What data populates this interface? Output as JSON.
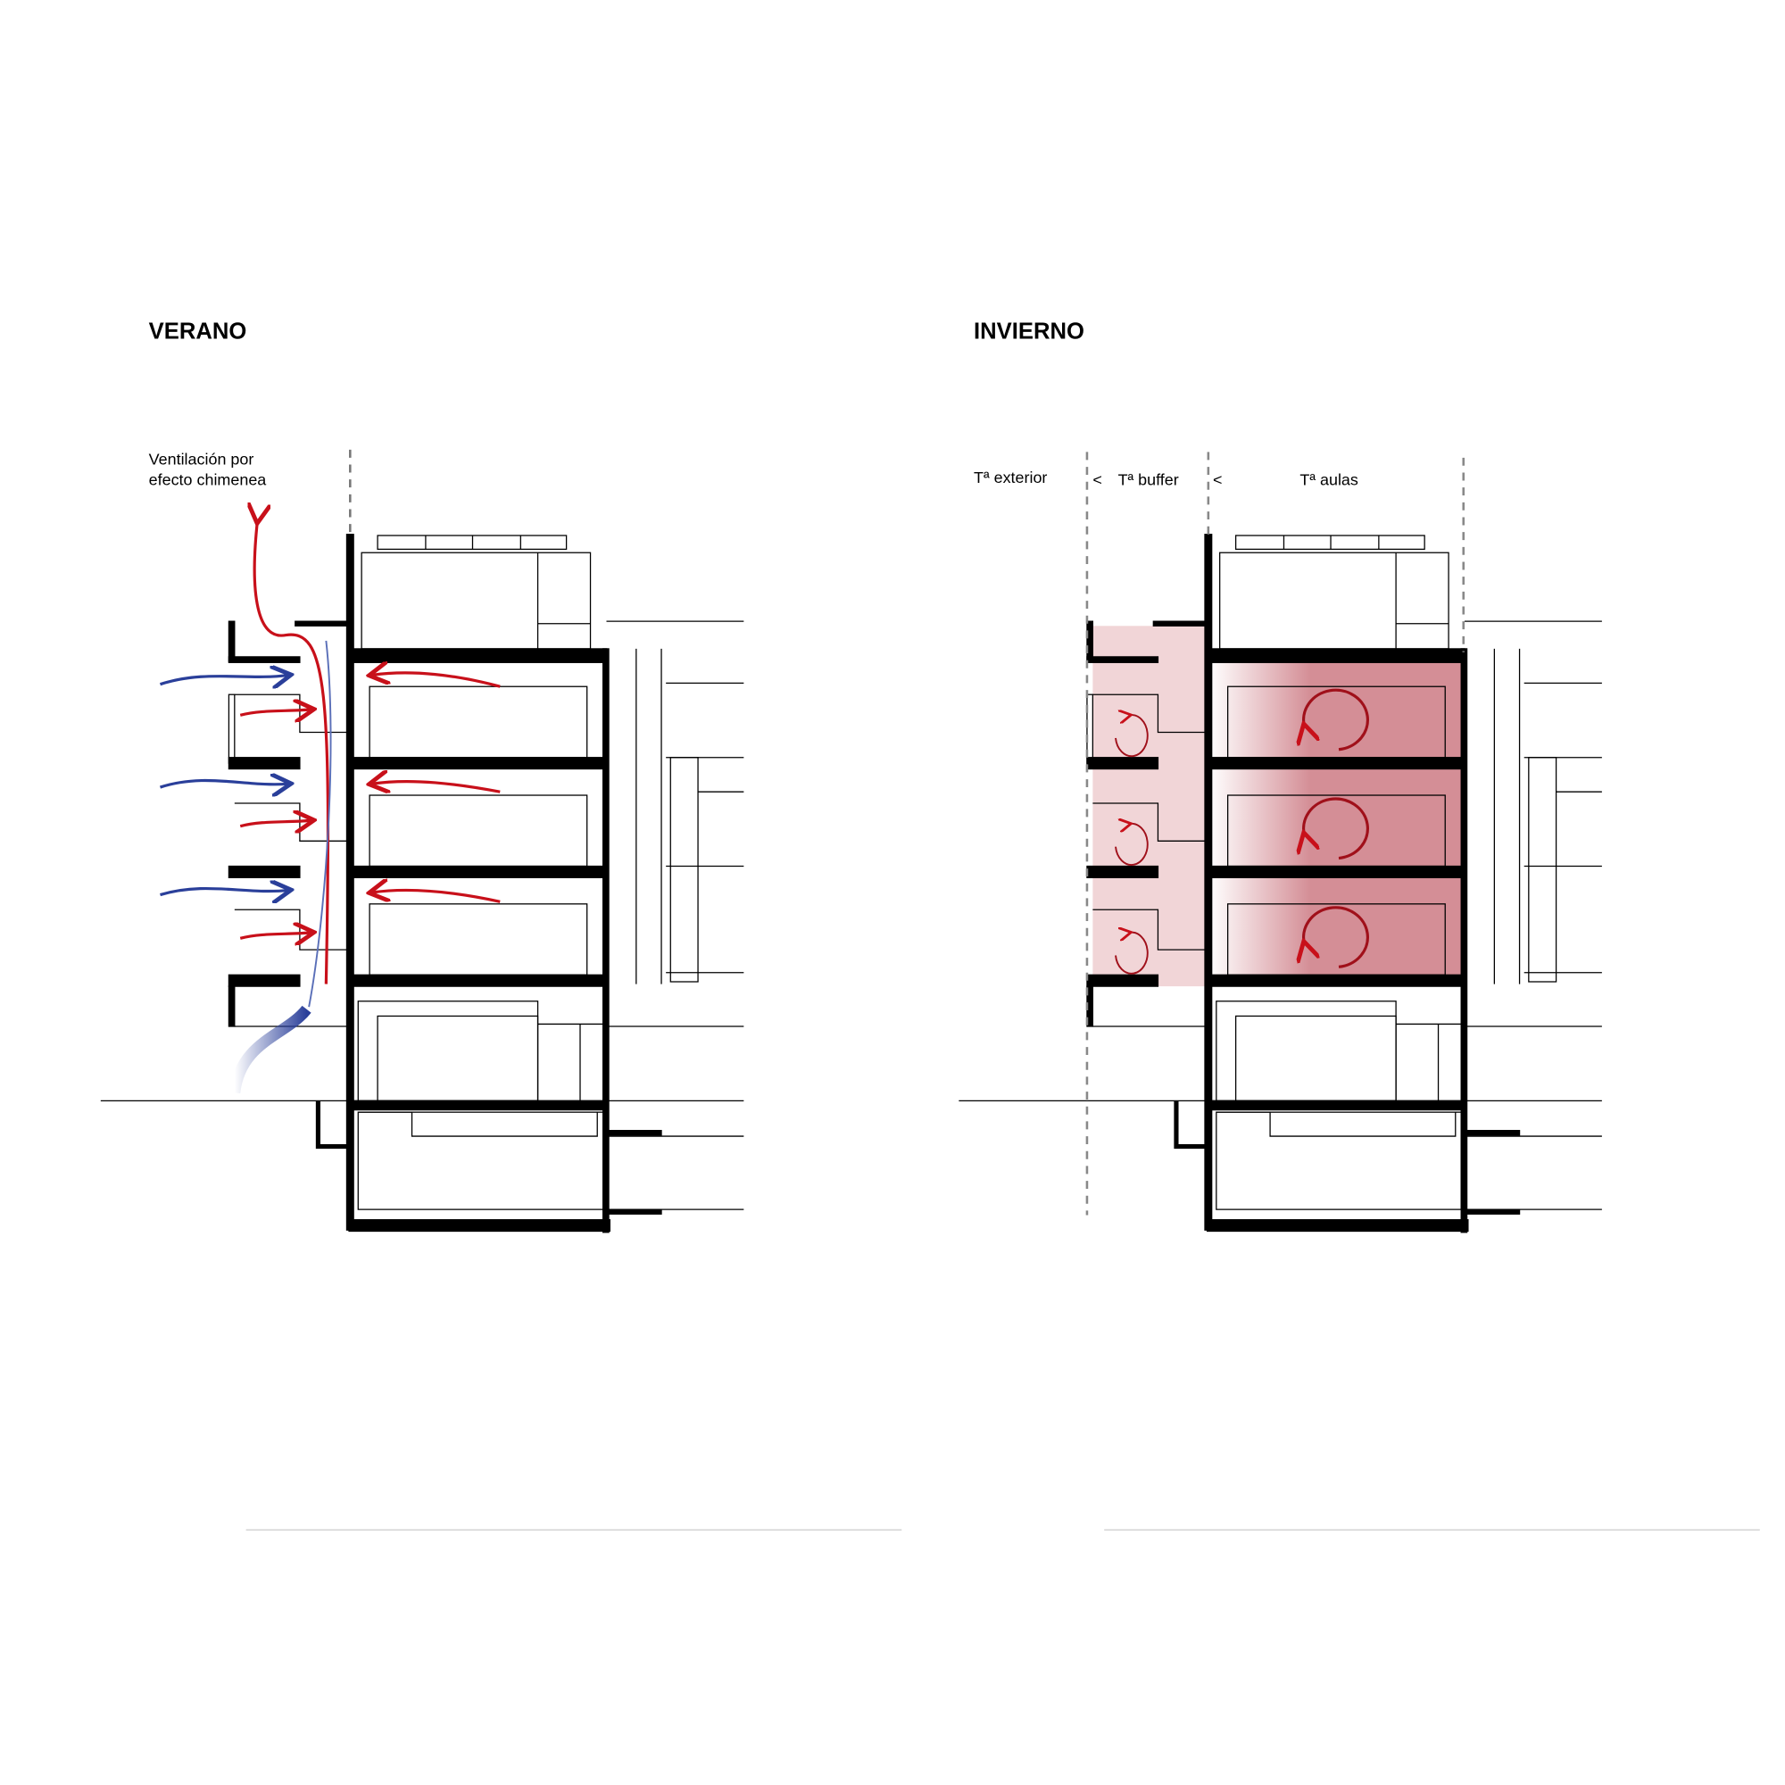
{
  "summer": {
    "title": "VERANO",
    "annotation_line1": "Ventilación por",
    "annotation_line2": "efecto chimenea"
  },
  "winter": {
    "title": "INVIERNO",
    "zone_exterior": "Tª exterior",
    "zone_buffer": "Tª buffer",
    "zone_classrooms": "Tª aulas",
    "less_than_1": "<",
    "less_than_2": "<"
  },
  "colors": {
    "warm_air": "#c8101a",
    "cool_air": "#2a3f9a",
    "buffer_fill": "#f1d5d7",
    "classroom_fill": "#d48e96"
  }
}
